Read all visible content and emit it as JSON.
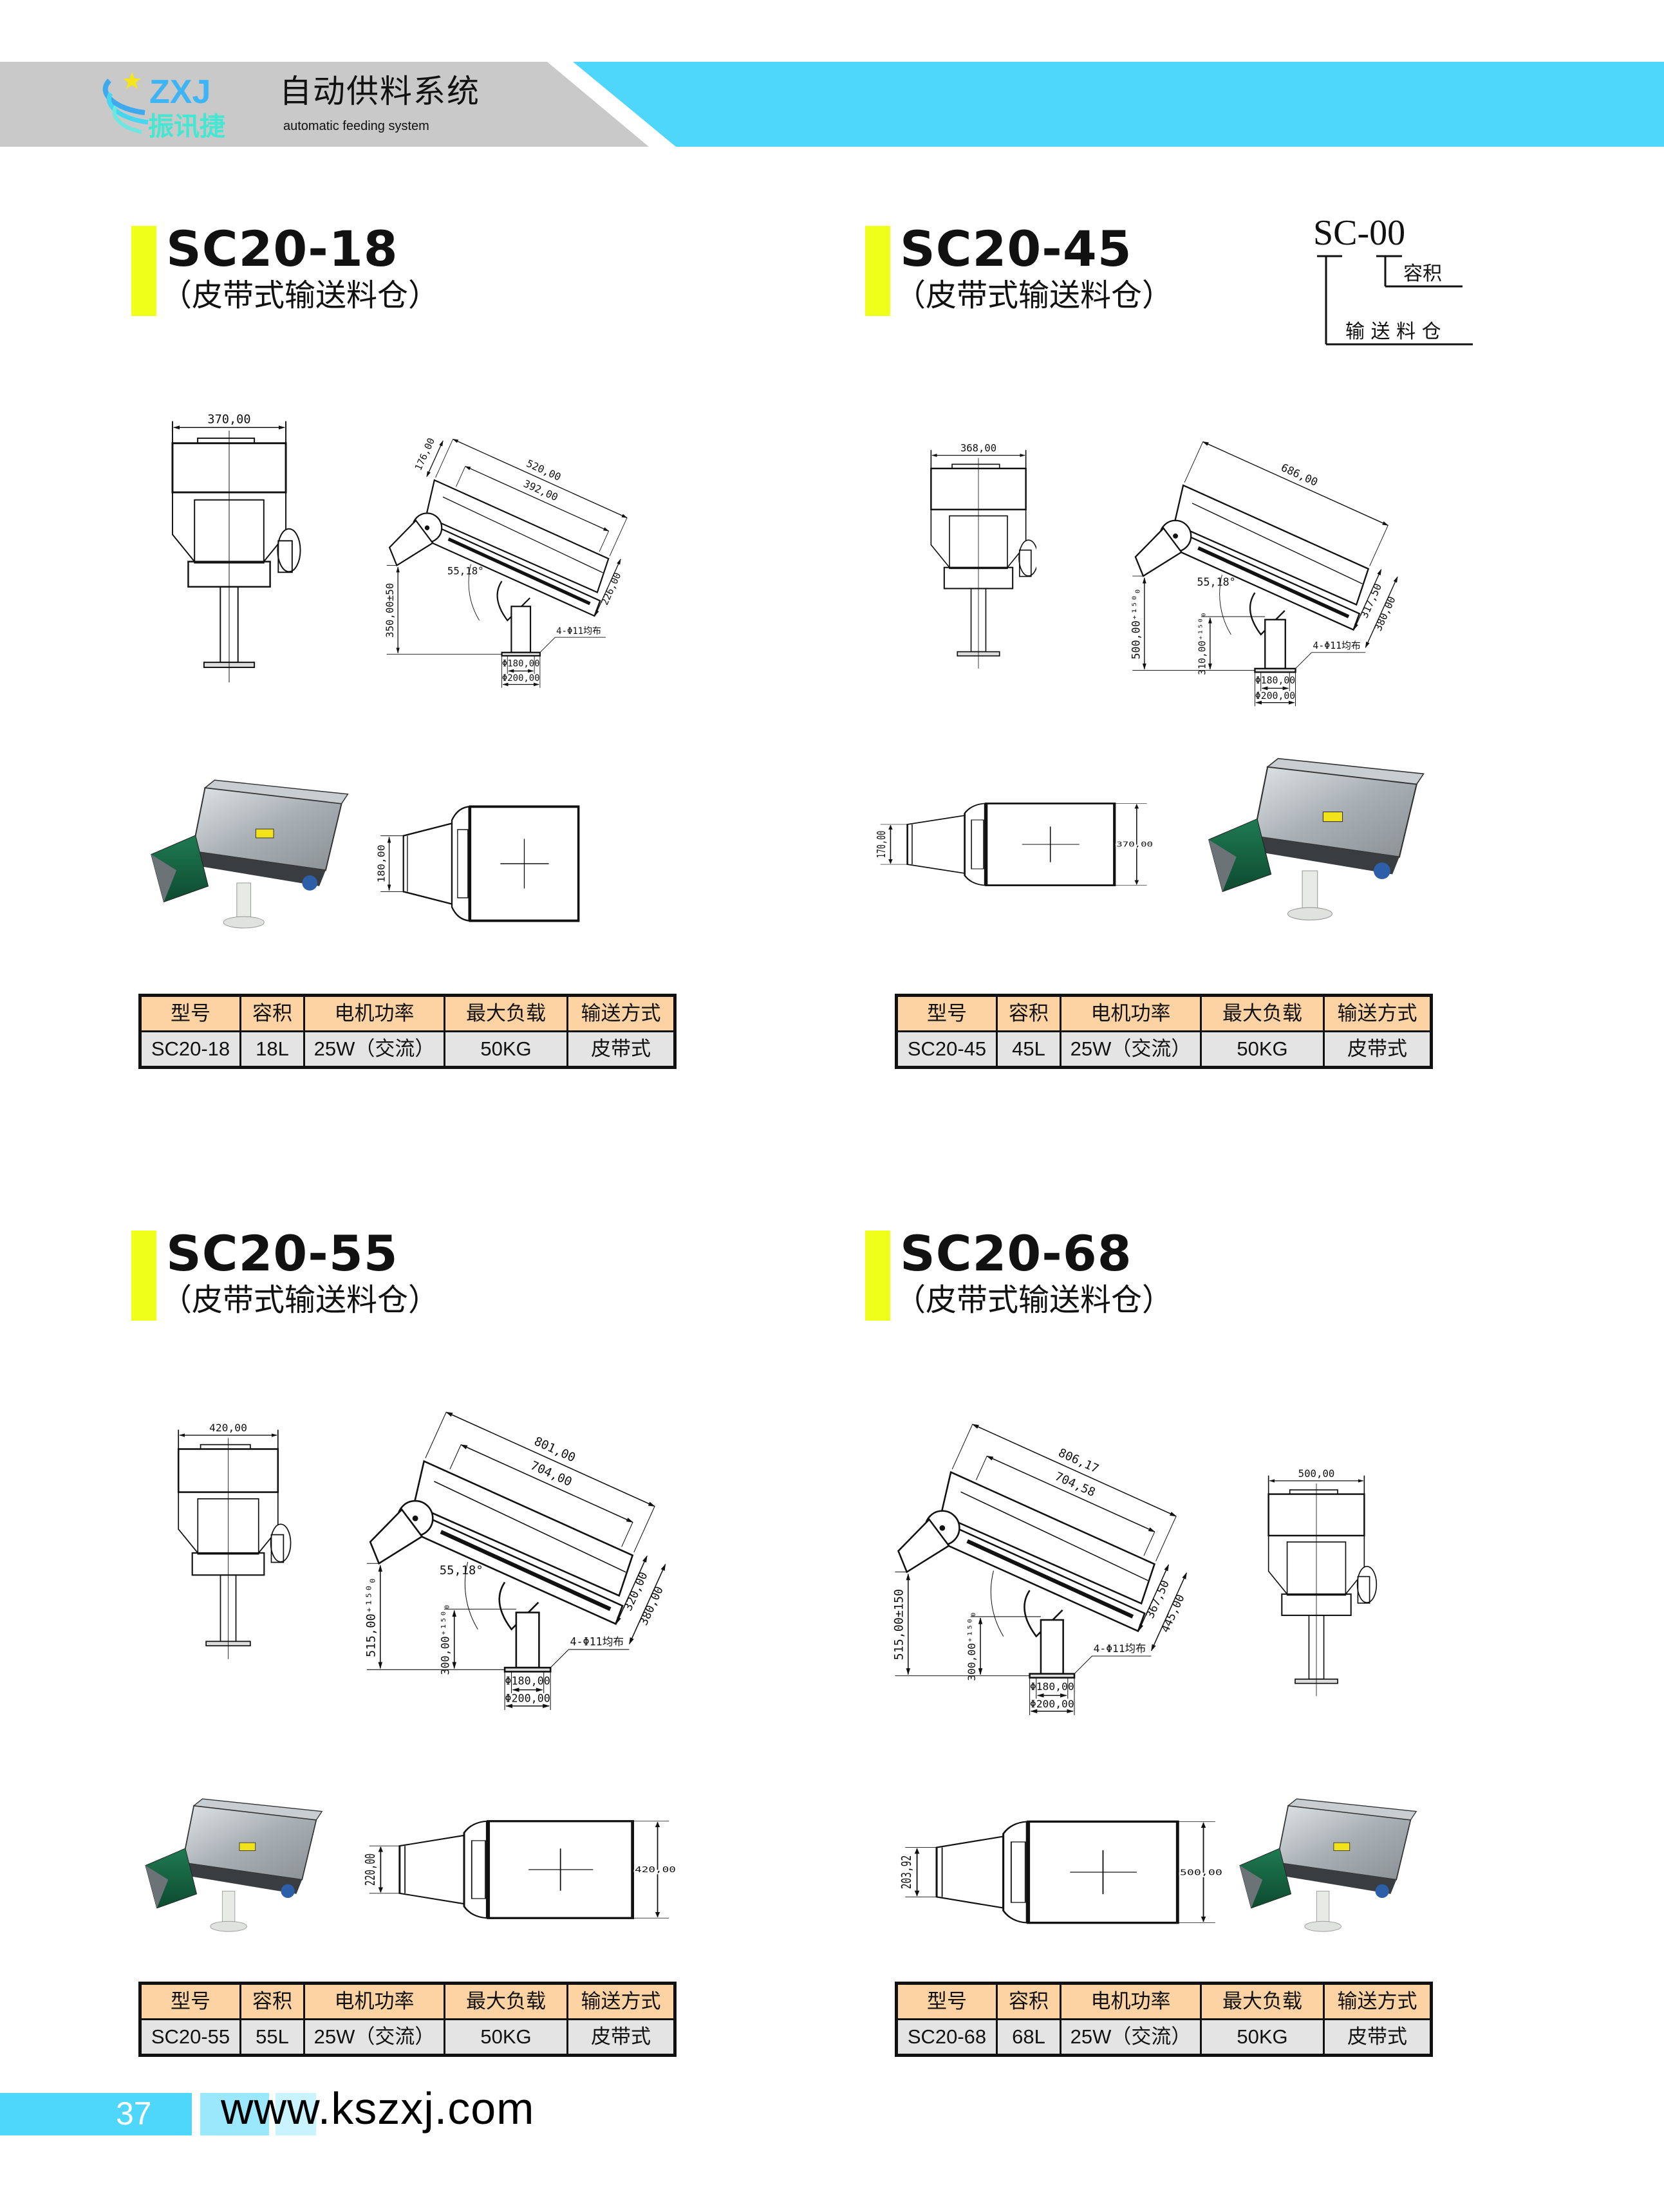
{
  "header": {
    "brand_en": "ZXJ",
    "brand_cn": "振讯捷",
    "title": "自动供料系统",
    "subtitle": "automatic feeding system"
  },
  "legend": {
    "code": "SC-00",
    "capacity_label": "容积",
    "type_label": "输 送 料 仓"
  },
  "table_headers": [
    "型号",
    "容积",
    "电机功率",
    "最大负载",
    "输送方式"
  ],
  "products": [
    {
      "model": "SC20-18",
      "subtitle": "（皮带式输送料仓）",
      "front": {
        "width": "370,00"
      },
      "side": {
        "lengths": [
          "520,00",
          "392,00"
        ],
        "heights_right": [
          "226,00"
        ],
        "height_left_top": "176,00",
        "angle": "55,18°",
        "mount_height": "350,00±50",
        "post_height": null,
        "holes": "4-Φ11均布",
        "d_inner": "Φ180,00",
        "d_outer": "Φ200,00"
      },
      "plan": {
        "left": "180,00",
        "right": null
      },
      "row": [
        "SC20-18",
        "18L",
        "25W（交流）",
        "50KG",
        "皮带式"
      ]
    },
    {
      "model": "SC20-45",
      "subtitle": "（皮带式输送料仓）",
      "front": {
        "width": "368,00"
      },
      "side": {
        "lengths": [
          "686,00"
        ],
        "heights_right": [
          "317,50",
          "380,00"
        ],
        "height_left_top": null,
        "angle": "55,18°",
        "mount_height": "500,00⁺¹⁵⁰₀",
        "post_height": "310,00⁺¹⁵⁰₀",
        "holes": "4-Φ11均布",
        "d_inner": "Φ180,00",
        "d_outer": "Φ200,00"
      },
      "plan": {
        "left": "170,00",
        "right": "370,00"
      },
      "row": [
        "SC20-45",
        "45L",
        "25W（交流）",
        "50KG",
        "皮带式"
      ]
    },
    {
      "model": "SC20-55",
      "subtitle": "（皮带式输送料仓）",
      "front": {
        "width": "420,00"
      },
      "side": {
        "lengths": [
          "801,00",
          "704,00"
        ],
        "heights_right": [
          "320,00",
          "380,00"
        ],
        "height_left_top": null,
        "angle": "55,18°",
        "mount_height": "515,00⁺¹⁵⁰₀",
        "post_height": "300,00⁺¹⁵⁰₀",
        "holes": "4-Φ11均布",
        "d_inner": "Φ180,00",
        "d_outer": "Φ200,00"
      },
      "plan": {
        "left": "220,00",
        "right": "420,00"
      },
      "row": [
        "SC20-55",
        "55L",
        "25W（交流）",
        "50KG",
        "皮带式"
      ]
    },
    {
      "model": "SC20-68",
      "subtitle": "（皮带式输送料仓）",
      "front": {
        "width": "500,00"
      },
      "side": {
        "lengths": [
          "806,17",
          "704,58"
        ],
        "heights_right": [
          "367,50",
          "445,00"
        ],
        "height_left_top": null,
        "angle": null,
        "mount_height": "515,00±150",
        "post_height": "300,00⁺¹⁵⁰₀",
        "holes": "4-Φ11均布",
        "d_inner": "Φ180,00",
        "d_outer": "Φ200,00"
      },
      "plan": {
        "left": "203,92",
        "right": "500,00"
      },
      "row": [
        "SC20-68",
        "68L",
        "25W（交流）",
        "50KG",
        "皮带式"
      ]
    }
  ],
  "footer": {
    "page": "37",
    "url": "www.kszxj.com"
  },
  "colors": {
    "header_gray": "#c9c9c9",
    "header_blue": "#4fd6fb",
    "title_bar_yellow": "#f0ff1a",
    "table_header_bg": "#fdd3a3",
    "table_row_bg": "#e4e4e4"
  }
}
